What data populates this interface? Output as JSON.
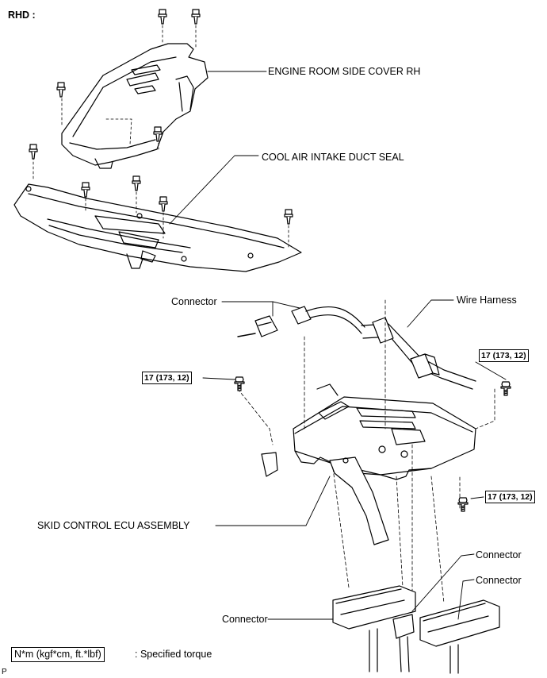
{
  "header": {
    "title": "RHD :"
  },
  "labels": {
    "engine_room_side_cover": "ENGINE ROOM SIDE COVER RH",
    "cool_air_intake_duct_seal": "COOL AIR INTAKE DUCT SEAL",
    "connector_upper": "Connector",
    "wire_harness": "Wire Harness",
    "skid_control_ecu": "SKID CONTROL ECU ASSEMBLY",
    "connector_right_upper": "Connector",
    "connector_right_lower": "Connector",
    "connector_lower_left": "Connector"
  },
  "torques": {
    "left": "17 (173, 12)",
    "right_upper": "17 (173, 12)",
    "right_lower": "17 (173, 12)"
  },
  "legend": {
    "unit": "N*m (kgf*cm, ft.*lbf)",
    "text": ": Specified torque"
  },
  "footer": {
    "code": "P"
  }
}
